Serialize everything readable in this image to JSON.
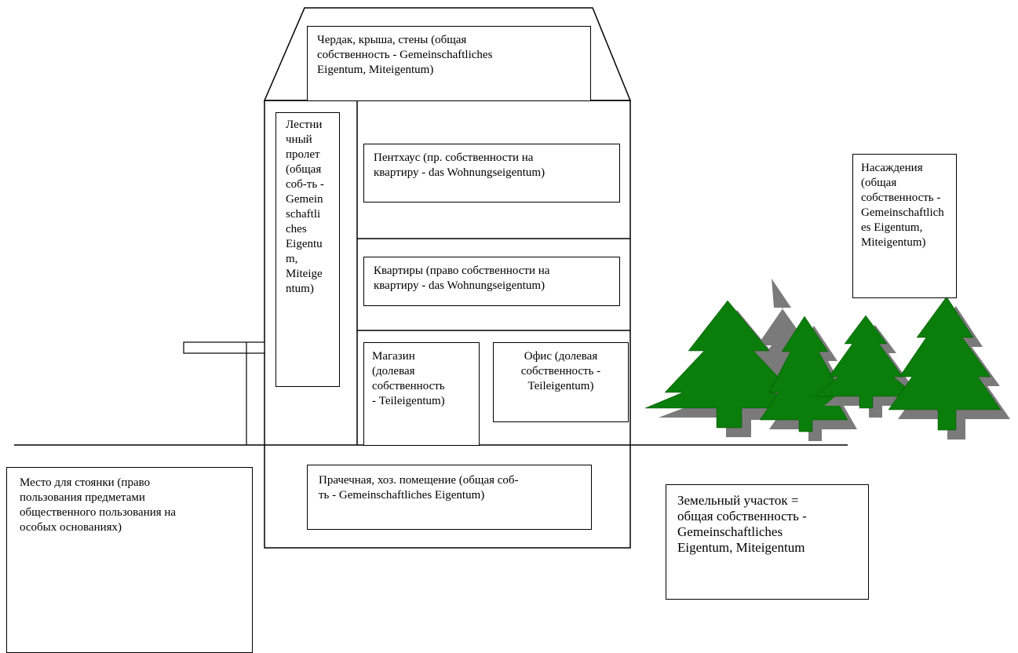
{
  "colors": {
    "line": "#000000",
    "tree_green": "#0a7d0a",
    "tree_shadow": "#7a7a7a",
    "moto_blob": "#e7c65c"
  },
  "labels": {
    "attic": "Чердак, крыша, стены  (общая\nсобственность - Gemeinschaftliches\nEigentum, Miteigentum)",
    "staircase": "Лестни\nчный\nпролет\n(общая\nсоб-ть -\nGemein\nschaftli\nches\nEigentu\nm,\nMiteige\nntum)",
    "penthouse": "Пентхаус  (пр. собственности на\nквартиру - das  Wohnungseigentum)",
    "apartments": "Квартиры  (право собственности на\nквартиру - das  Wohnungseigentum)",
    "shop": "Магазин\n(долевая\nсобственность\n- Teileigentum)",
    "office": "Офис (долевая\nсобственность -\nTeileigentum)",
    "laundry": "Прачечная, хоз. помещение (общая соб-\nть - Gemeinschaftliches Eigentum)",
    "plantings": "Насаждения\n(общая\nсобственность -\nGemeinschaftlich\nes Eigentum,\nMiteigentum)",
    "parking": "Место для стоянки (право\nпользования предметами\nобщественного пользования на\nособых основаниях)",
    "land": "Земельный участок =\nобщая собственность  -\nGemeinschaftliches\nEigentum, Miteigentum"
  },
  "icons": {
    "motorcycle": "motorcycle-icon",
    "trees": "fir-tree-icon"
  }
}
